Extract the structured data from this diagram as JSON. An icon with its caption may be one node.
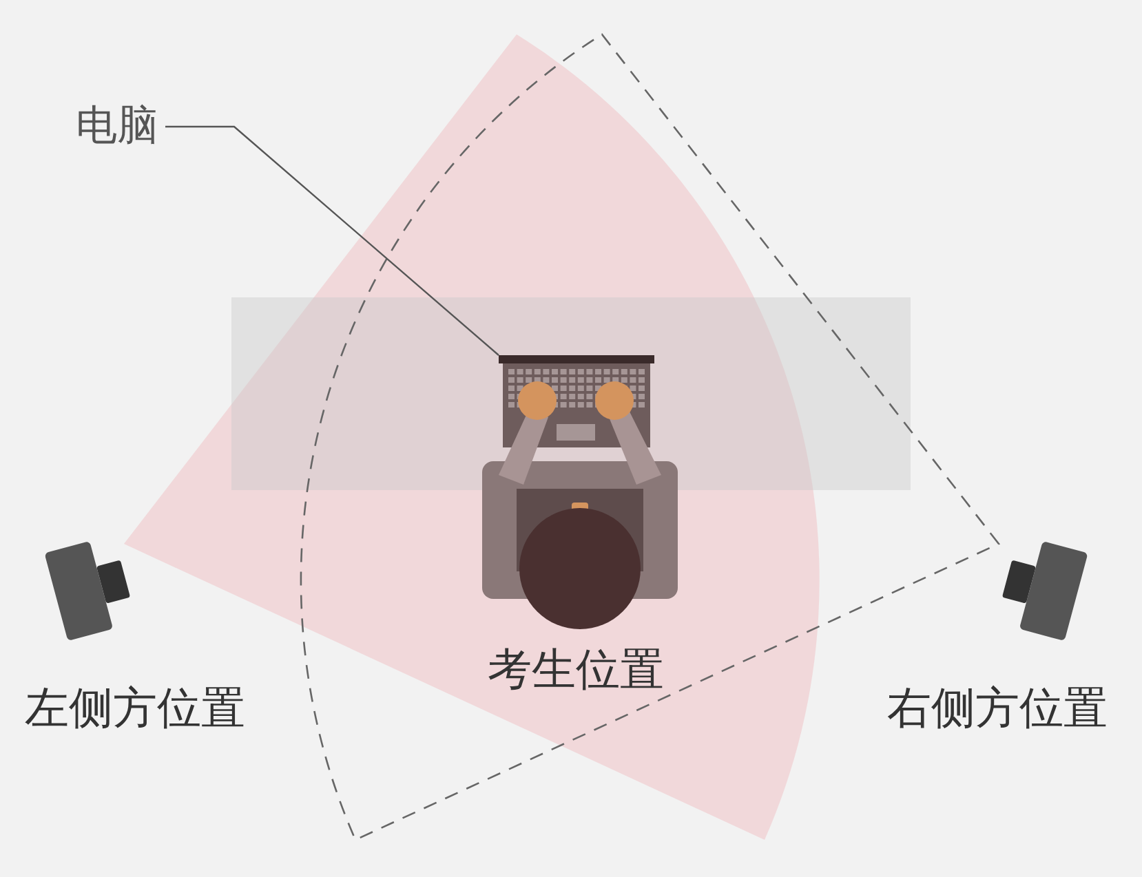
{
  "diagram": {
    "nodes": [
      {
        "text": [
          "电脑"
        ]
      },
      {
        "text": [],
        "shape": "picture"
      }
    ],
    "edges": [
      {
        "from": 0,
        "to": 1,
        "arrow": "none"
      }
    ],
    "labels": [
      "考生位置",
      "左侧方位置",
      "右侧方位置"
    ]
  }
}
